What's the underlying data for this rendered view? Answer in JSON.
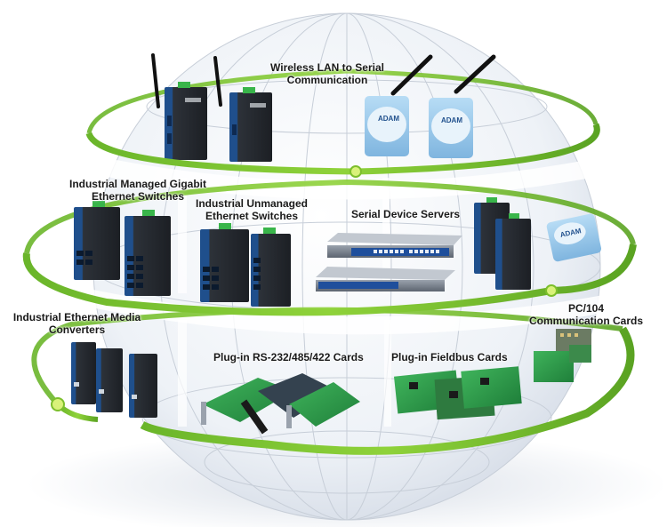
{
  "diagram": {
    "title": "Industrial Communication Product Tiers",
    "colors": {
      "ring_green": "#6fbf2a",
      "ring_green_light": "#b9e36a",
      "globe_band": "#dde3ec",
      "globe_line": "#c9cfd8",
      "device_dark": "#2b2f36",
      "device_blue": "#1f4f8c",
      "adam_blue": "#8fc3e8",
      "pcb_green": "#2f9a4a",
      "label_text": "#1a1a1a"
    },
    "rings": [
      {
        "name": "top-ring",
        "level": 1
      },
      {
        "name": "middle-ring",
        "level": 2
      },
      {
        "name": "bottom-ring",
        "level": 3
      }
    ],
    "groups": [
      {
        "id": "wireless",
        "label_lines": [
          "Wireless LAN to Serial",
          "Communication"
        ],
        "icon": "wireless-serial-device-icon",
        "ring": 1
      },
      {
        "id": "managed",
        "label_lines": [
          "Industrial Managed Gigabit",
          "Ethernet Switches"
        ],
        "icon": "managed-switch-icon",
        "ring": 2
      },
      {
        "id": "unmanaged",
        "label_lines": [
          "Industrial Unmanaged",
          "Ethernet Switches"
        ],
        "icon": "unmanaged-switch-icon",
        "ring": 2
      },
      {
        "id": "serial_servers",
        "label_lines": [
          "Serial Device Servers"
        ],
        "icon": "rack-server-icon",
        "ring": 2
      },
      {
        "id": "pc104",
        "label_lines": [
          "PC/104",
          "Communication Cards"
        ],
        "icon": "pc104-card-icon",
        "ring": 3
      },
      {
        "id": "media",
        "label_lines": [
          "Industrial Ethernet Media",
          "Converters"
        ],
        "icon": "media-converter-icon",
        "ring": 3
      },
      {
        "id": "rs232",
        "label_lines": [
          "Plug-in RS-232/485/422 Cards"
        ],
        "icon": "serial-card-icon",
        "ring": 3
      },
      {
        "id": "fieldbus",
        "label_lines": [
          "Plug-in Fieldbus Cards"
        ],
        "icon": "fieldbus-card-icon",
        "ring": 3
      }
    ],
    "device_brand": "ADAM"
  }
}
